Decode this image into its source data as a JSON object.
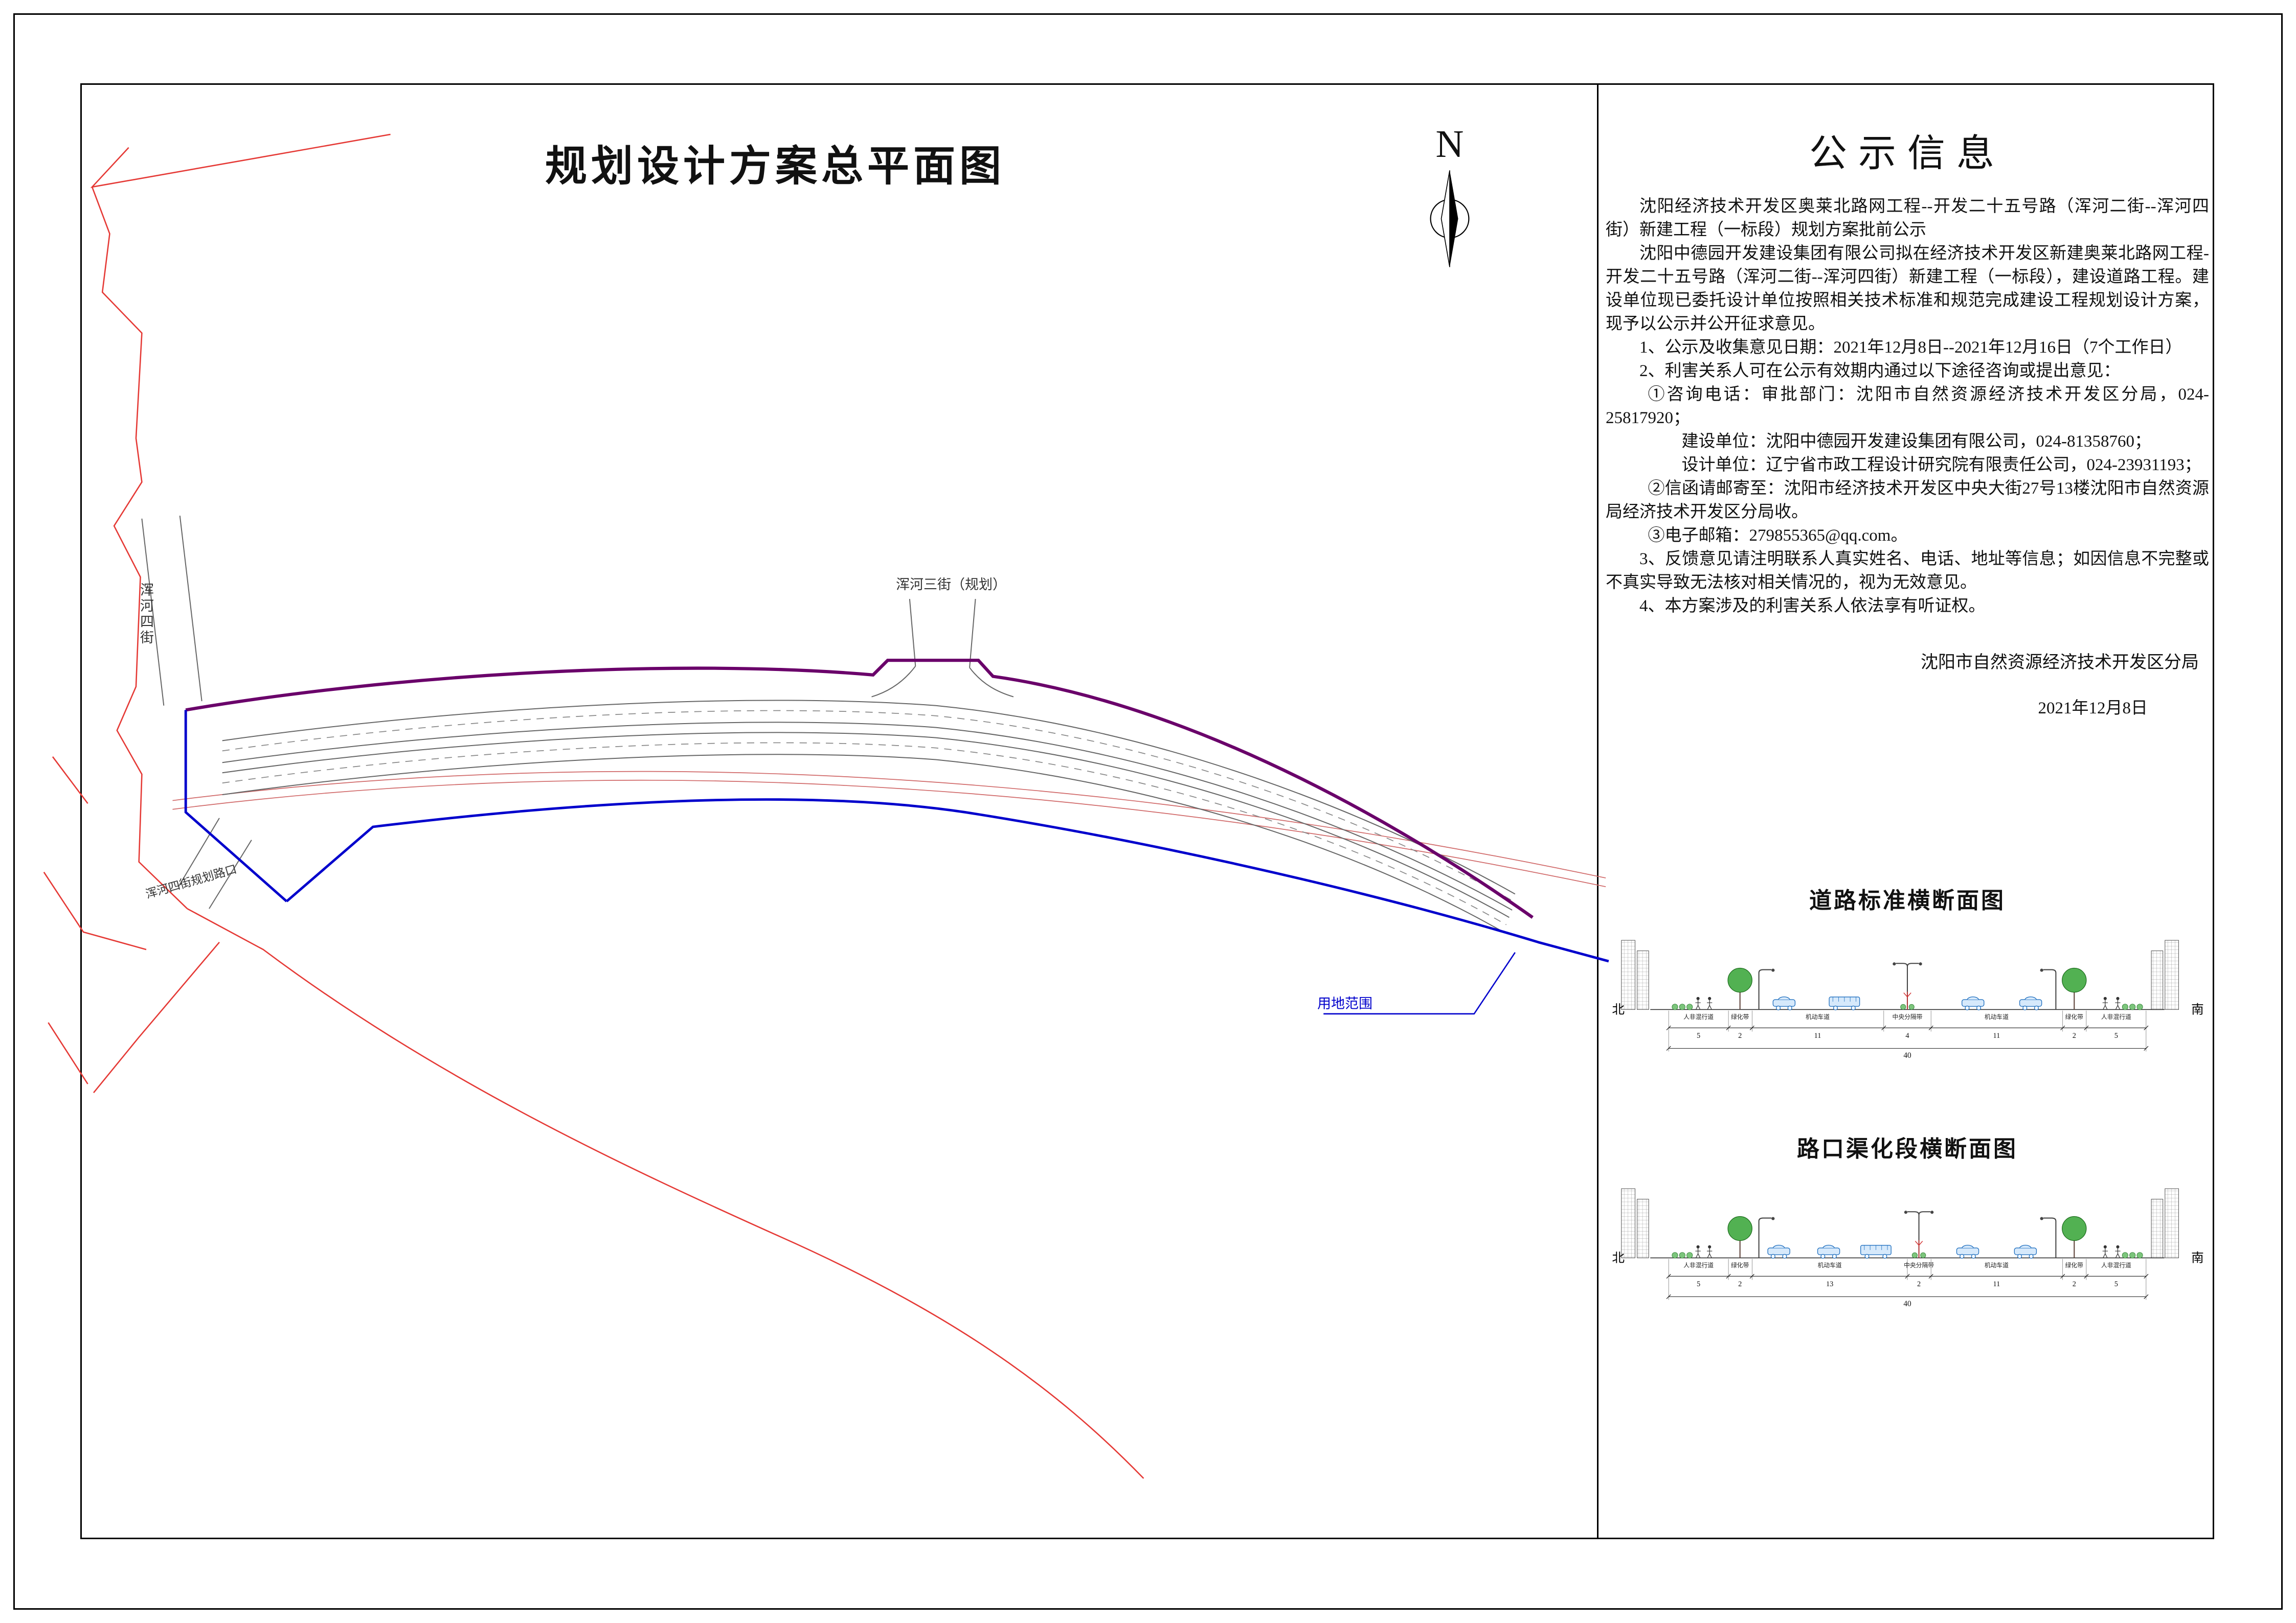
{
  "plan": {
    "title": "规划设计方案总平面图",
    "north_letter": "N",
    "labels": {
      "hunhe4_street": "浑河四街",
      "hunhe3_street": "浑河三街（规划）",
      "hunhe4_intersection": "浑河四街规划路口",
      "land_scope": "用地范围"
    },
    "colors": {
      "boundary_purple": "#6a006a",
      "boundary_blue": "#0000cc",
      "existing_red": "#e53935",
      "road_gray": "#666666"
    }
  },
  "notice": {
    "title": "公示信息",
    "paragraphs": [
      "沈阳经济技术开发区奥莱北路网工程--开发二十五号路（浑河二街--浑河四街）新建工程（一标段）规划方案批前公示",
      "沈阳中德园开发建设集团有限公司拟在经济技术开发区新建奥莱北路网工程-开发二十五号路（浑河二街--浑河四街）新建工程（一标段），建设道路工程。建设单位现已委托设计单位按照相关技术标准和规范完成建设工程规划设计方案，现予以公示并公开征求意见。",
      "1、公示及收集意见日期：2021年12月8日--2021年12月16日（7个工作日）",
      "2、利害关系人可在公示有效期内通过以下途径咨询或提出意见：",
      "①咨询电话：审批部门：沈阳市自然资源经济技术开发区分局，024-25817920；",
      "建设单位：沈阳中德园开发建设集团有限公司，024-81358760；",
      "设计单位：辽宁省市政工程设计研究院有限责任公司，024-23931193；",
      "②信函请邮寄至：沈阳市经济技术开发区中央大街27号13楼沈阳市自然资源局经济技术开发区分局收。",
      "③电子邮箱：279855365@qq.com。",
      "3、反馈意见请注明联系人真实姓名、电话、地址等信息；如因信息不完整或不真实导致无法核对相关情况的，视为无效意见。",
      "4、本方案涉及的利害关系人依法享有听证权。"
    ],
    "signature": "沈阳市自然资源经济技术开发区分局",
    "date": "2021年12月8日"
  },
  "sections": {
    "standard": {
      "title": "道路标准横断面图",
      "left_label": "北",
      "right_label": "南",
      "labels": [
        "人非混行道",
        "绿化带",
        "机动车道",
        "中央分隔带",
        "机动车道",
        "绿化带",
        "人非混行道"
      ],
      "dims": [
        "5",
        "2",
        "11",
        "4",
        "11",
        "2",
        "5"
      ],
      "total": "40"
    },
    "channelized": {
      "title": "路口渠化段横断面图",
      "left_label": "北",
      "right_label": "南",
      "labels": [
        "人非混行道",
        "绿化带",
        "机动车道",
        "中央分隔带",
        "机动车道",
        "绿化带",
        "人非混行道"
      ],
      "dims": [
        "5",
        "2",
        "13",
        "2",
        "11",
        "2",
        "5"
      ],
      "total": "40"
    }
  }
}
